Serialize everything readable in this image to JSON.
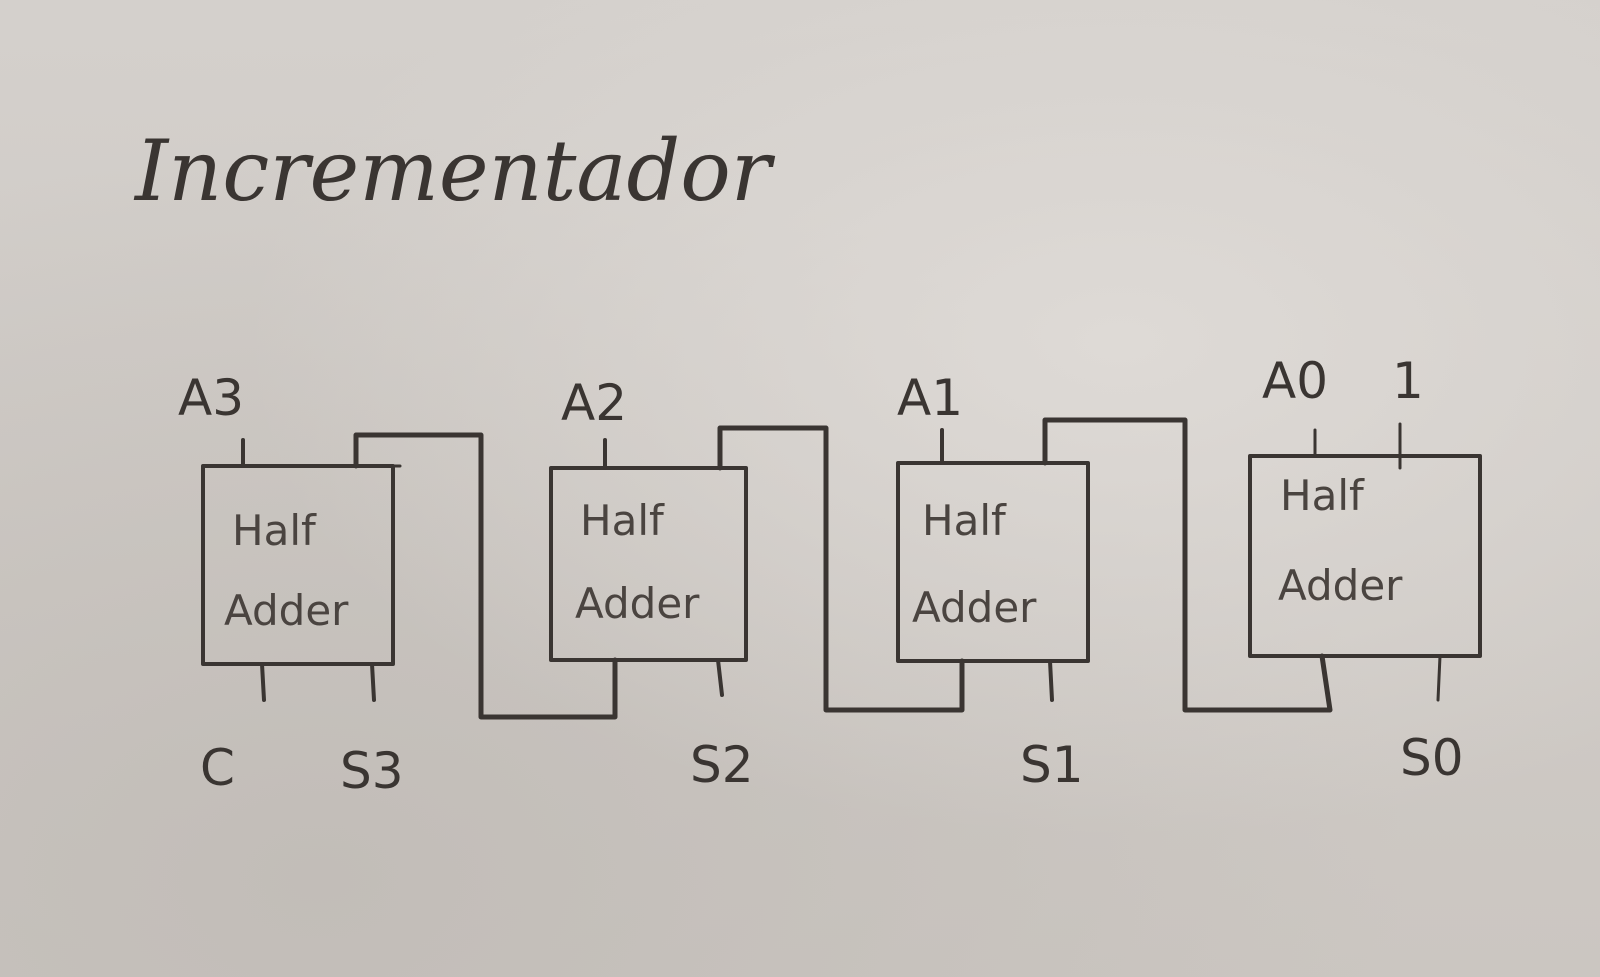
{
  "title": "Incrementador",
  "blocks": [
    {
      "line1": "Half",
      "line2": "Adder"
    },
    {
      "line1": "Half",
      "line2": "Adder"
    },
    {
      "line1": "Half",
      "line2": "Adder"
    },
    {
      "line1": "Half",
      "line2": "Adder"
    }
  ],
  "inputs": {
    "a3": "A3",
    "a2": "A2",
    "a1": "A1",
    "a0": "A0",
    "one": "1"
  },
  "outputs": {
    "carry": "C",
    "s3": "S3",
    "s2": "S2",
    "s1": "S1",
    "s0": "S0"
  }
}
